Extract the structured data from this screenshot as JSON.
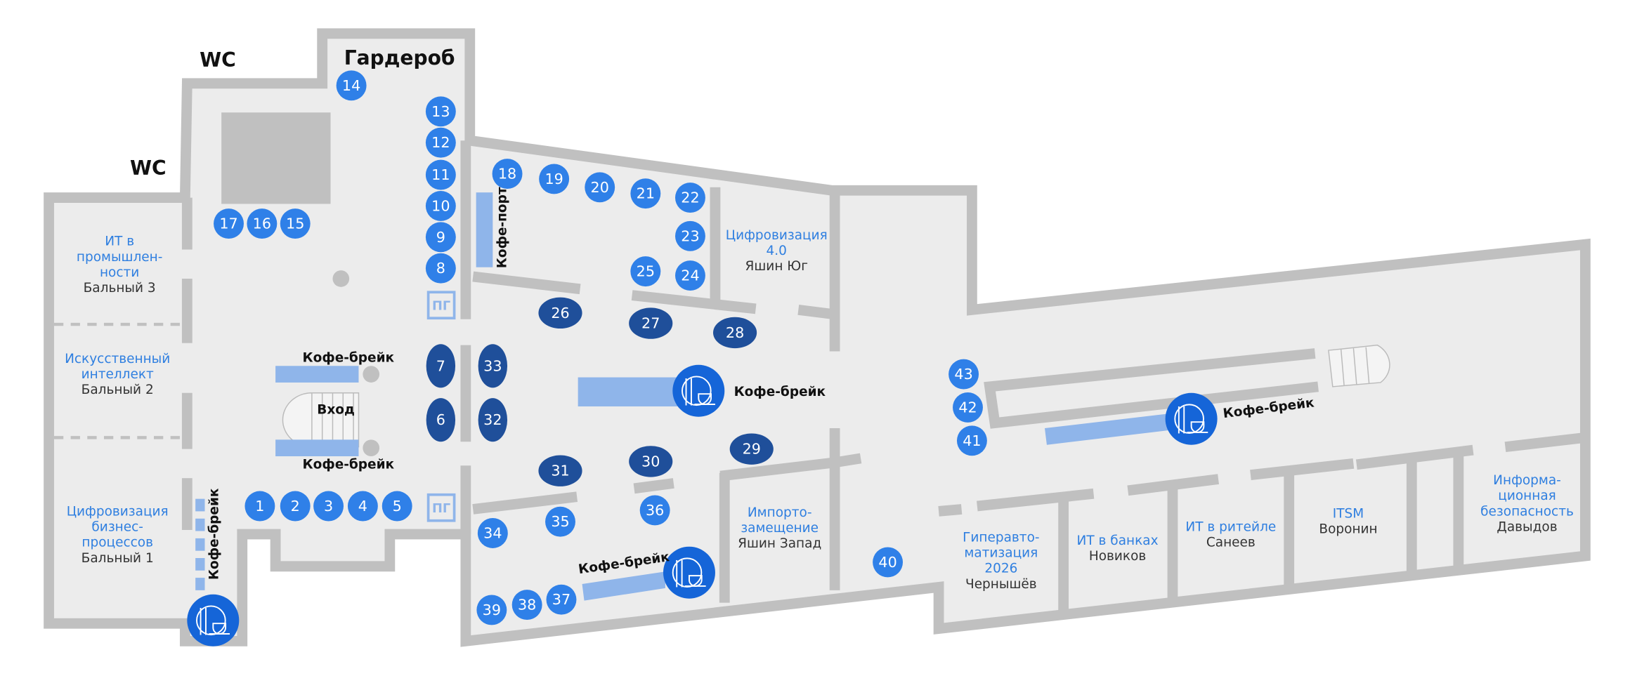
{
  "labels": {
    "wc_top": "WC",
    "wc_left": "WC",
    "wardrobe": "Гардероб",
    "entrance": "Вход",
    "coffee_break": "Кофе-брейк",
    "coffee_port": "Кофе-порт",
    "pg": "ПГ"
  },
  "rooms": [
    {
      "title": [
        "ИТ в",
        "промышлен-",
        "ности"
      ],
      "name": "Бальный 3"
    },
    {
      "title": [
        "Искусственный",
        "интеллект"
      ],
      "name": "Бальный 2"
    },
    {
      "title": [
        "Цифровизация",
        "бизнес-",
        "процессов"
      ],
      "name": "Бальный 1"
    },
    {
      "title": [
        "Цифровизация",
        "4.0"
      ],
      "name": "Яшин Юг"
    },
    {
      "title": [
        "Импорто-",
        "замещение"
      ],
      "name": "Яшин Запад"
    },
    {
      "title": [
        "Гиперавто-",
        "матизация",
        "2026"
      ],
      "name": "Чернышёв"
    },
    {
      "title": [
        "ИТ в банках"
      ],
      "name": "Новиков"
    },
    {
      "title": [
        "ИТ в ритейле"
      ],
      "name": "Санеев"
    },
    {
      "title": [
        "ITSM"
      ],
      "name": "Воронин"
    },
    {
      "title": [
        "Информа-",
        "ционная",
        "безопасность"
      ],
      "name": "Давыдов"
    }
  ],
  "pins": [
    "1",
    "2",
    "3",
    "4",
    "5",
    "6",
    "7",
    "8",
    "9",
    "10",
    "11",
    "12",
    "13",
    "14",
    "15",
    "16",
    "17",
    "18",
    "19",
    "20",
    "21",
    "22",
    "23",
    "24",
    "25",
    "26",
    "27",
    "28",
    "29",
    "30",
    "31",
    "32",
    "33",
    "34",
    "35",
    "36",
    "37",
    "38",
    "39",
    "40",
    "41",
    "42",
    "43"
  ],
  "colors": {
    "floor": "#ececec",
    "wall": "#c0c0c0",
    "pin": "#2f80e8",
    "pin_dark": "#1f4f9a",
    "coffee_icon": "#1565d8",
    "bar": "#8fb5ea",
    "room_title": "#2f7fe0"
  }
}
